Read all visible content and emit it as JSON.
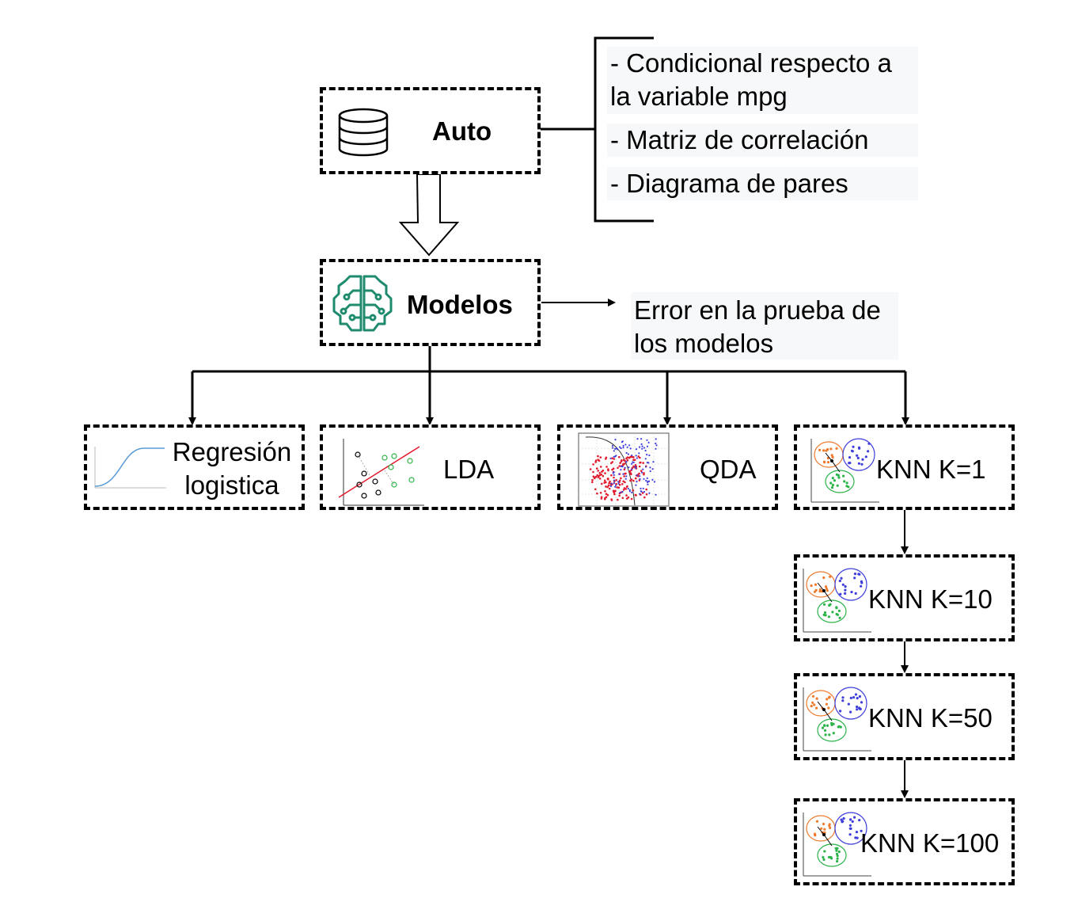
{
  "auto": {
    "label": "Auto",
    "icon": "database-icon"
  },
  "auto_notes": [
    {
      "text": "- Condicional respecto a la variable mpg"
    },
    {
      "text": "- Matriz de correlación"
    },
    {
      "text": "- Diagrama de pares"
    }
  ],
  "modelos": {
    "label": "Modelos",
    "icon": "brain-circuit-icon",
    "accent": "#1e8a6e"
  },
  "modelos_note": "Error en la prueba de los modelos",
  "models": [
    {
      "label": "Regresión logistica",
      "icon": "sigmoid-plot-icon"
    },
    {
      "label": "LDA",
      "icon": "lda-scatter-icon"
    },
    {
      "label": "QDA",
      "icon": "qda-scatter-icon"
    },
    {
      "label": "KNN K=1",
      "icon": "knn-cluster-icon"
    }
  ],
  "knn_chain": [
    {
      "label": "KNN K=10",
      "icon": "knn-cluster-icon"
    },
    {
      "label": "KNN K=50",
      "icon": "knn-cluster-icon"
    },
    {
      "label": "KNN K=100",
      "icon": "knn-cluster-icon"
    }
  ],
  "colors": {
    "orange": "#f07a2c",
    "blue": "#3e3edb",
    "green": "#2cb34a",
    "red": "#e21b2e"
  }
}
